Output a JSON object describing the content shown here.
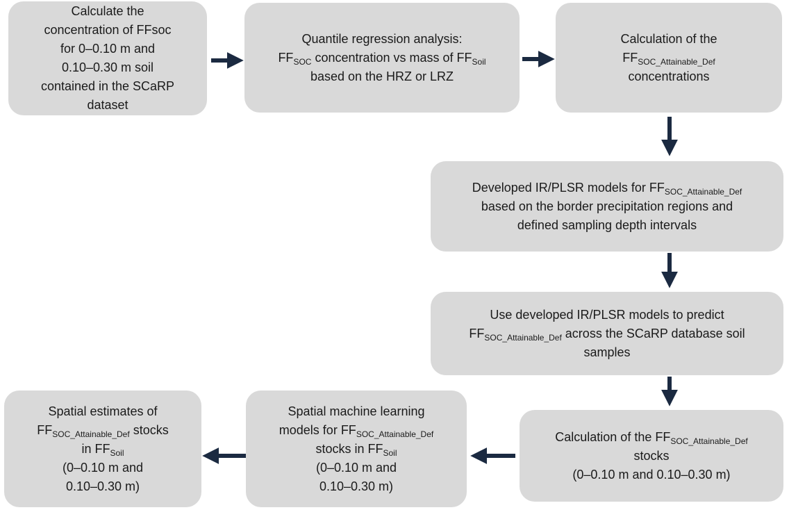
{
  "steps": {
    "step1": {
      "line1": "Calculate the",
      "line2": "concentration of FFsoc",
      "line3": "for 0–0.10 m and",
      "line4": "0.10–0.30 m soil",
      "line5": "contained in the SCaRP",
      "line6": "dataset"
    },
    "step2": {
      "line1": "Quantile regression analysis:",
      "l2_a": "FF",
      "l2_sub1": "SOC",
      "l2_b": " concentration vs mass of FF",
      "l2_sub2": "Soil",
      "line3": "based on the HRZ or LRZ"
    },
    "step3": {
      "line1": "Calculation of the",
      "l2_a": "FF",
      "l2_sub": "SOC_Attainable_Def",
      "line3": "concentrations"
    },
    "step4": {
      "l1_a": "Developed IR/PLSR models for FF",
      "l1_sub": "SOC_Attainable_Def",
      "line2": "based on the border precipitation regions and",
      "line3": "defined sampling depth intervals"
    },
    "step5": {
      "line1": "Use developed IR/PLSR models to predict",
      "l2_a": "FF",
      "l2_sub": "SOC_Attainable_Def",
      "l2_b": " across the SCaRP database soil",
      "line3": "samples"
    },
    "step6": {
      "l1_a": "Calculation of the FF",
      "l1_sub": "SOC_Attainable_Def",
      "line2": "stocks",
      "line3": "(0–0.10 m and 0.10–0.30 m)"
    },
    "step7": {
      "line1": "Spatial machine learning",
      "l2_a": "models for FF",
      "l2_sub": "SOC_Attainable_Def",
      "l3_a": "stocks in FF",
      "l3_sub": "Soil",
      "line4": "(0–0.10 m and",
      "line5": "0.10–0.30 m)"
    },
    "step8": {
      "line1": "Spatial estimates of",
      "l2_a": "FF",
      "l2_sub": "SOC_Attainable_Def",
      "l2_b": " stocks",
      "l3_a": "in FF",
      "l3_sub": "Soil",
      "line4": "(0–0.10 m and",
      "line5": "0.10–0.30 m)"
    }
  },
  "colors": {
    "box_fill": "#d9d9d9",
    "arrow": "#1b2a41",
    "text": "#1a1a1a"
  }
}
